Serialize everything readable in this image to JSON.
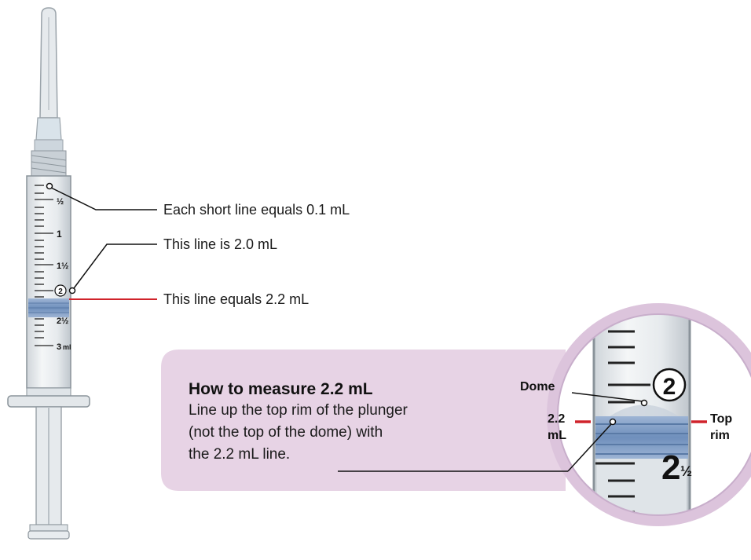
{
  "syringe": {
    "tick_labels": [
      "½",
      "1",
      "1½",
      "2",
      "2½",
      "3"
    ],
    "unit_suffix": "ml"
  },
  "callouts": {
    "short_line": "Each short line equals 0.1 mL",
    "two_ml": "This line is 2.0 mL",
    "two_point_two": "This line equals 2.2 mL"
  },
  "instruction_box": {
    "title": "How to measure 2.2 mL",
    "lines": [
      "Line up the top rim of the plunger",
      "(not the top of the dome) with",
      "the 2.2 mL line."
    ]
  },
  "zoom": {
    "dome_label": "Dome",
    "left_label_line1": "2.2",
    "left_label_line2": "mL",
    "right_label_line1": "Top",
    "right_label_line2": "rim",
    "circled_number": "2",
    "big_number": "2",
    "big_fraction": "½"
  },
  "colors": {
    "background_box": "#e7d3e5",
    "zoom_ring": "#dcc4dc",
    "red_marker": "#d0232b",
    "plunger_blue": "#7c9cc4",
    "barrel": "#e9ecee"
  }
}
